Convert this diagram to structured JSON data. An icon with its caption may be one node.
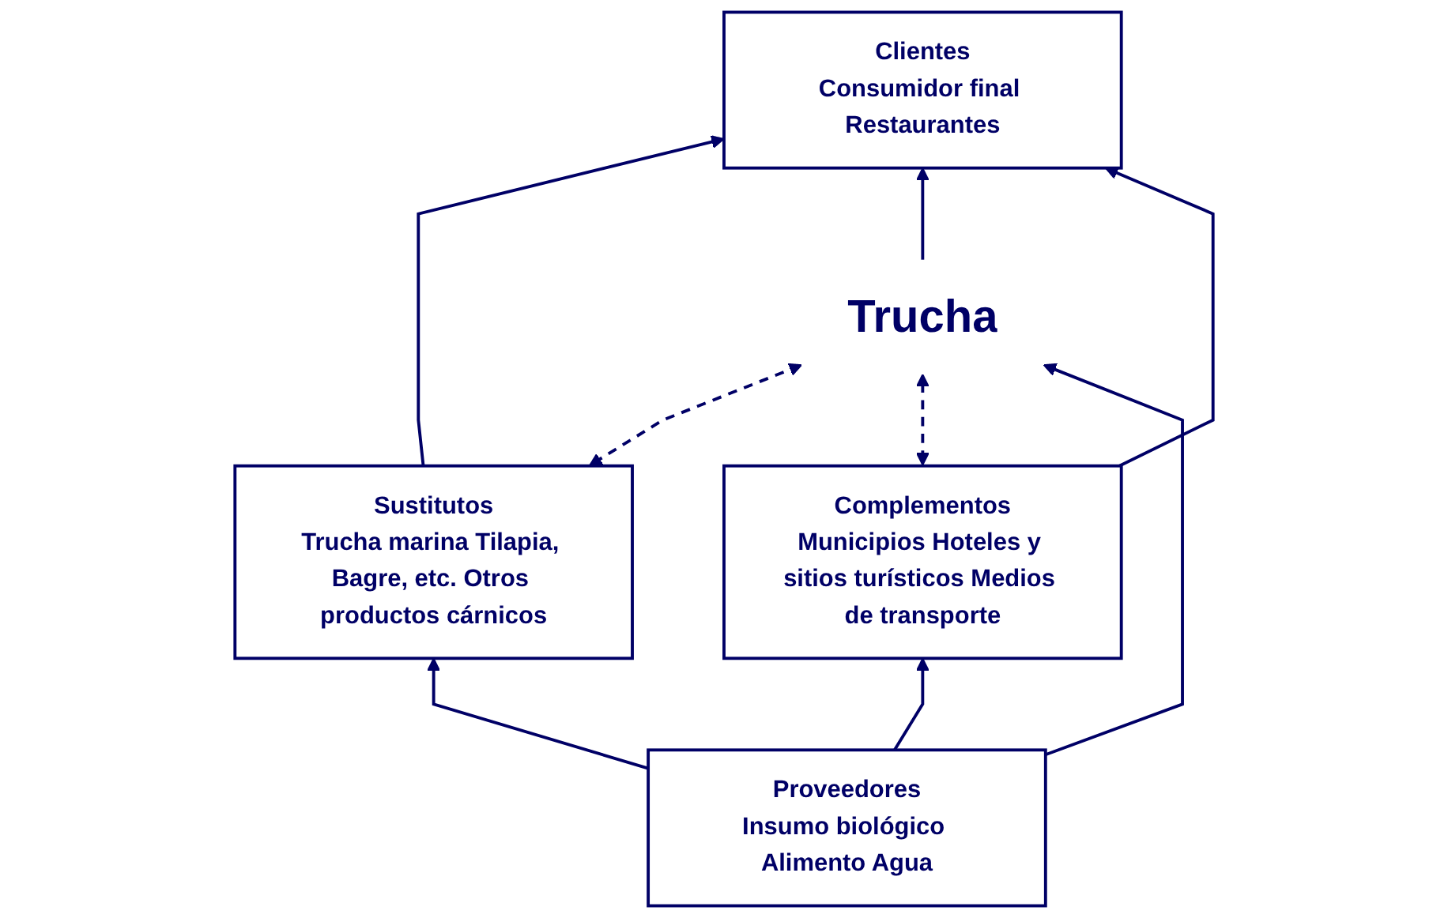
{
  "diagram": {
    "nodes": [
      {
        "text": [
          "Clientes",
          "Consumidor final Restaurantes"
        ]
      },
      {
        "text": [
          "Sustitutos",
          "Trucha marina Tilapia, Bagre, etc. Otros productos cárnicos"
        ]
      },
      {
        "text": [
          "Trucha"
        ]
      },
      {
        "text": [
          "Complementos",
          "Municipios Hoteles y sitios turísticos Medios de transporte"
        ]
      },
      {
        "text": [
          "Proveedores",
          "Insumo biológico Alimento Agua"
        ]
      }
    ],
    "edges": [
      {
        "from": 1,
        "to": 0,
        "arrow": "to"
      },
      {
        "from": 2,
        "to": 0,
        "arrow": "to"
      },
      {
        "from": 3,
        "to": 0,
        "arrow": "to"
      },
      {
        "from": 1,
        "to": 2,
        "arrow": "both",
        "style": "dashed"
      },
      {
        "from": 3,
        "to": 2,
        "arrow": "both",
        "style": "dashed"
      },
      {
        "from": 4,
        "to": 1,
        "arrow": "to"
      },
      {
        "from": 4,
        "to": 2,
        "arrow": "to"
      },
      {
        "from": 4,
        "to": 3,
        "arrow": "to"
      }
    ]
  }
}
